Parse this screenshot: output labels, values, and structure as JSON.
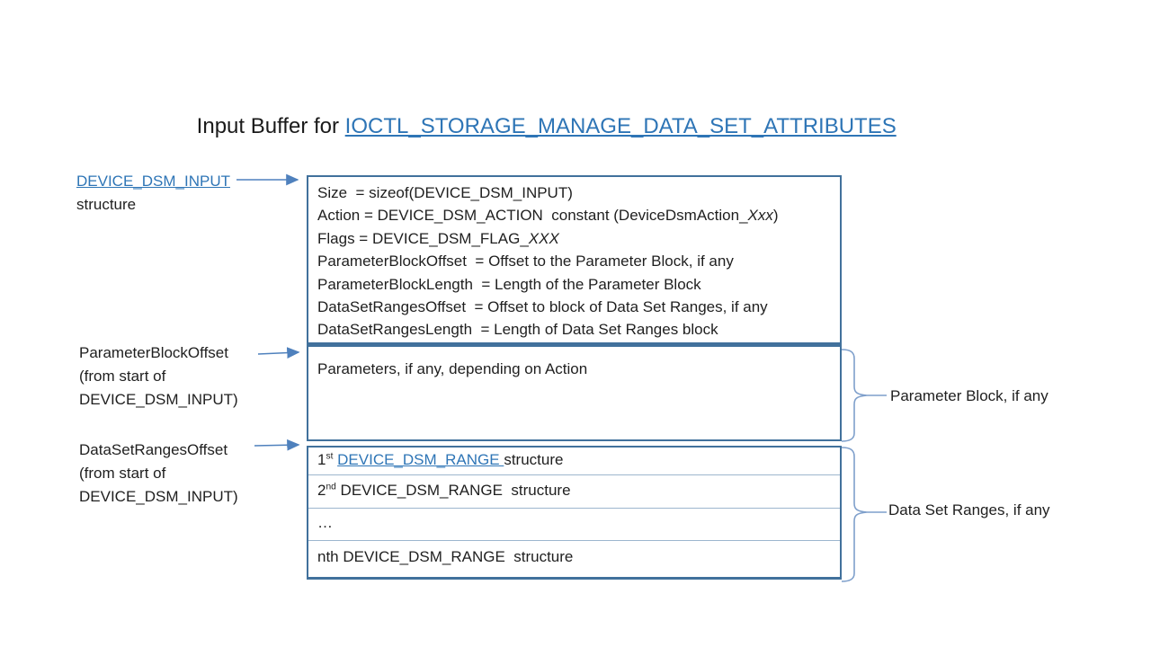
{
  "colors": {
    "box_border": "#41719C",
    "row_divider": "#9DB6CE",
    "arrow": "#4F81BD",
    "brace": "#7E9FCB",
    "link": "#2E75B6",
    "text": "#1F1F1F"
  },
  "title": {
    "prefix": "Input Buffer for ",
    "link_text": "IOCTL_STORAGE_MANAGE_DATA_SET_ATTRIBUTES"
  },
  "left_labels": {
    "input_struct": {
      "line1": [
        {
          "t": "DEVICE_DSM_INPUT",
          "s": "link"
        }
      ],
      "line2": [
        {
          "t": "structure"
        }
      ]
    },
    "param_offset": {
      "line1": [
        {
          "t": "ParameterBlockOffset"
        }
      ],
      "line2": [
        {
          "t": "(from start of"
        }
      ],
      "line3": [
        {
          "t": "DEVICE_DSM_INPUT)"
        }
      ]
    },
    "ranges_offset": {
      "line1": [
        {
          "t": "DataSetRangesOffset"
        }
      ],
      "line2": [
        {
          "t": "(from start of"
        }
      ],
      "line3": [
        {
          "t": "DEVICE_DSM_INPUT)"
        }
      ]
    }
  },
  "input_box": {
    "lines": [
      [
        {
          "t": "Size  = sizeof(DEVICE_DSM_INPUT)"
        }
      ],
      [
        {
          "t": "Action = DEVICE_DSM_ACTION  constant (DeviceDsmAction_"
        },
        {
          "t": "Xxx",
          "s": "italic"
        },
        {
          "t": ")"
        }
      ],
      [
        {
          "t": "Flags = DEVICE_DSM_FLAG_"
        },
        {
          "t": "XXX",
          "s": "italic"
        }
      ],
      [
        {
          "t": "ParameterBlockOffset  = Offset to the Parameter Block, if any"
        }
      ],
      [
        {
          "t": "ParameterBlockLength  = Length of the Parameter Block"
        }
      ],
      [
        {
          "t": "DataSetRangesOffset  = Offset to block of Data Set Ranges, if any"
        }
      ],
      [
        {
          "t": "DataSetRangesLength  = Length of Data Set Ranges block"
        }
      ]
    ]
  },
  "parameter_box": {
    "line": [
      {
        "t": "Parameters, if any, depending on Action"
      }
    ]
  },
  "ranges_box": {
    "rows": [
      [
        {
          "t": "1"
        },
        {
          "t": "st",
          "s": "sup"
        },
        {
          "t": " "
        },
        {
          "t": "DEVICE_DSM_RANGE ",
          "s": "link"
        },
        {
          "t": "structure"
        }
      ],
      [
        {
          "t": "2"
        },
        {
          "t": "nd",
          "s": "sup"
        },
        {
          "t": " DEVICE_DSM_RANGE  structure"
        }
      ],
      [
        {
          "t": "…"
        }
      ],
      [
        {
          "t": "nth DEVICE_DSM_RANGE  structure"
        }
      ]
    ]
  },
  "right_labels": {
    "parameter_block": "Parameter Block, if any",
    "data_set_ranges": "Data Set Ranges, if any"
  }
}
